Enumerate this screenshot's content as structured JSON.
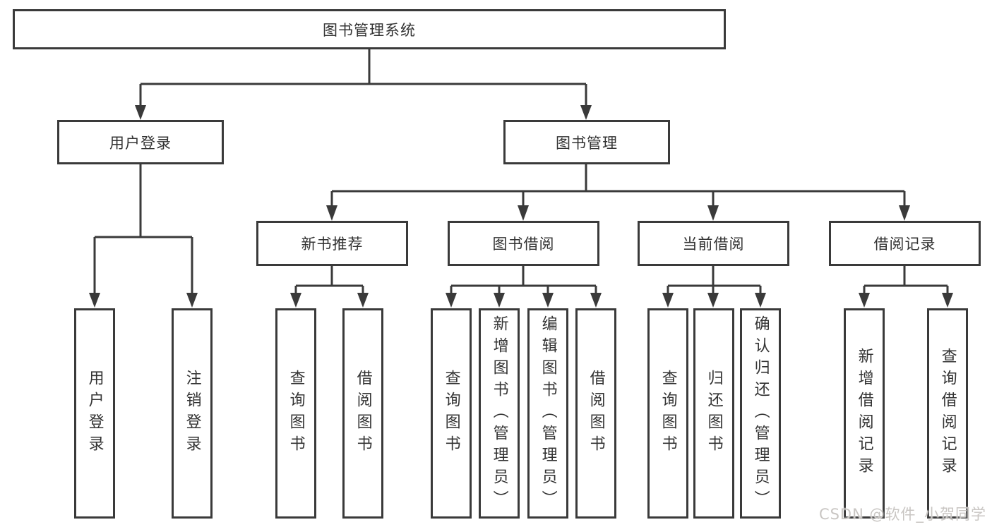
{
  "theme": {
    "line_color": "#3a3a3a",
    "text_color": "#333333",
    "box_bg": "#ffffff",
    "page_bg": "#ffffff",
    "watermark_color": "#c9c6c3"
  },
  "diagram": {
    "root": "图书管理系统",
    "branches": [
      {
        "label": "用户登录",
        "children": [
          {
            "label": "用户登录"
          },
          {
            "label": "注销登录"
          }
        ]
      },
      {
        "label": "图书管理",
        "sections": [
          {
            "label": "新书推荐",
            "children": [
              {
                "label": "查询图书"
              },
              {
                "label": "借阅图书"
              }
            ]
          },
          {
            "label": "图书借阅",
            "children": [
              {
                "label": "查询图书"
              },
              {
                "label": "新增图书（管理员）"
              },
              {
                "label": "编辑图书（管理员）"
              },
              {
                "label": "借阅图书"
              }
            ]
          },
          {
            "label": "当前借阅",
            "children": [
              {
                "label": "查询图书"
              },
              {
                "label": "归还图书"
              },
              {
                "label": "确认归还（管理员）"
              }
            ]
          },
          {
            "label": "借阅记录",
            "children": [
              {
                "label": "新增借阅记录"
              },
              {
                "label": "查询借阅记录"
              }
            ]
          }
        ]
      }
    ]
  },
  "watermark": "CSDN @软件_小贺同学"
}
